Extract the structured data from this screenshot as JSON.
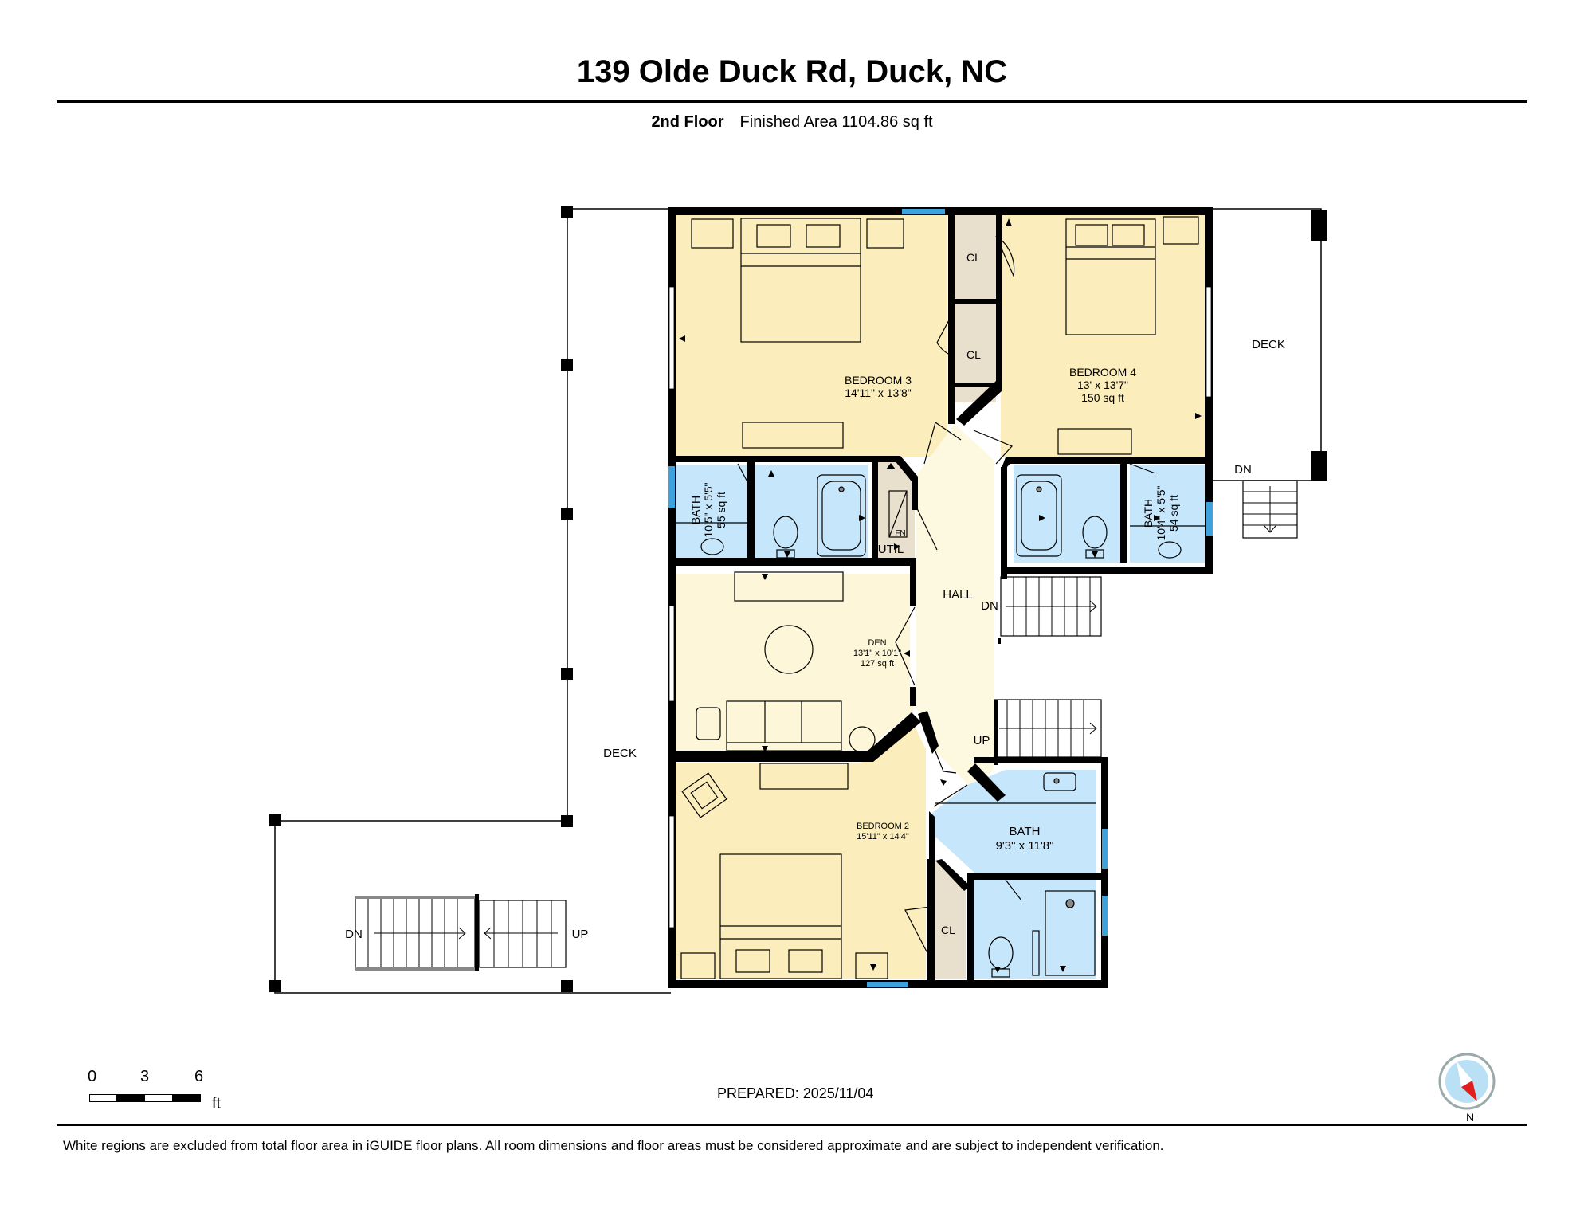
{
  "header": {
    "address": "139 Olde Duck Rd, Duck, NC",
    "floor": "2nd Floor",
    "finished_area": "Finished Area 1104.86 sq ft"
  },
  "rooms": {
    "bedroom3": {
      "name": "BEDROOM 3",
      "dims": "14'11\" x 13'8\""
    },
    "bedroom4": {
      "name": "BEDROOM 4",
      "dims": "13' x 13'7\"",
      "area": "150 sq ft"
    },
    "bath_left": {
      "name": "BATH",
      "dims": "10'5\" x 5'5\"",
      "area": "55 sq ft"
    },
    "bath_right": {
      "name": "BATH",
      "dims": "10'4\" x 5'5\"",
      "area": "54 sq ft"
    },
    "util": {
      "name": "UTIL",
      "fn": "FN"
    },
    "den": {
      "name": "DEN",
      "dims": "13'1\" x 10'1\"",
      "area": "127 sq ft"
    },
    "hall": {
      "name": "HALL"
    },
    "bedroom2": {
      "name": "BEDROOM 2",
      "dims": "15'11\" x 14'4\""
    },
    "bath_lower": {
      "name": "BATH",
      "dims": "9'3\" x 11'8\""
    },
    "closet": "CL",
    "deck": "DECK"
  },
  "stairs": {
    "dn": "DN",
    "up": "UP"
  },
  "colors": {
    "bedroom": "#fbeebc",
    "den": "#fdf6d8",
    "hall": "#fdf8e0",
    "bath": "#c6e6fb",
    "closet": "#e9dfcd",
    "window": "#3ea2dc",
    "wall": "#000000"
  },
  "scale": {
    "ticks": [
      "0",
      "3",
      "6"
    ],
    "unit": "ft"
  },
  "prepared": "PREPARED: 2025/11/04",
  "compass": {
    "label": "N"
  },
  "disclaimer": "White regions are excluded from total floor area in iGUIDE floor plans. All room dimensions and floor areas must be considered approximate and are subject to independent verification."
}
